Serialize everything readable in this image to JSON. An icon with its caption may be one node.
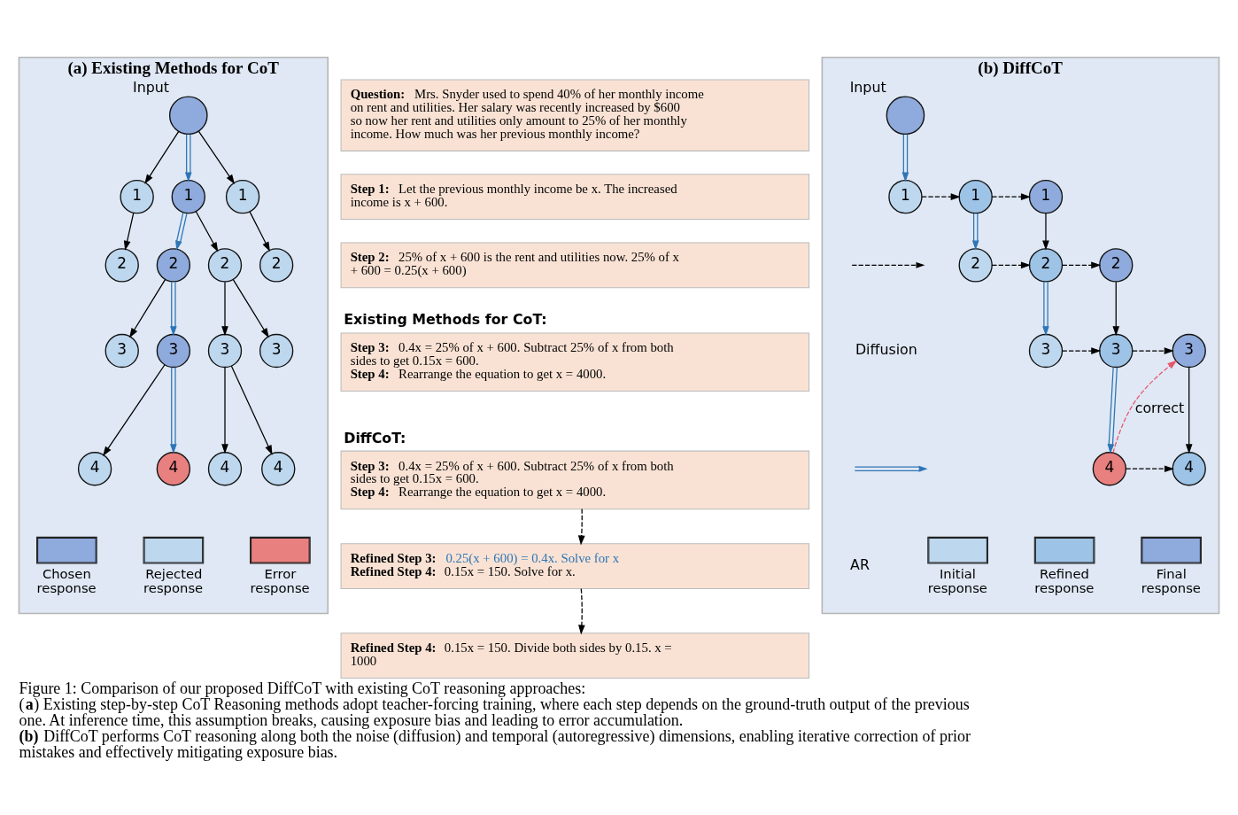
{
  "diagram": {
    "caption": "Figure 1: Comparison of our proposed DiffCoT with existing CoT reasoning approaches: (**a**) Existing step-by-step CoT Reasoning methods adopt teacher-forcing training, where each step depends on the ground-truth output of the previous one. At inference time, this assumption breaks, causing exposure bias and leading to error accumulation. **(b)** DiffCoT performs CoT reasoning along both the noise (diffusion) and temporal (autoregressive) dimensions, enabling iterative correction of prior mistakes and effectively mitigating exposure bias.",
    "nodes": [
      {
        "text": [
          "(a) Existing Methods for CoT"
        ]
      },
      {
        "text": [],
        "shape": "circle",
        "beside": [
          "Input"
        ],
        "in": 0
      },
      {
        "text": [
          "1"
        ],
        "in": 0
      },
      {
        "text": [
          "1"
        ],
        "in": 0
      },
      {
        "text": [
          "1"
        ],
        "in": 0
      },
      {
        "text": [
          "2"
        ],
        "in": 0
      },
      {
        "text": [
          "2"
        ],
        "in": 0
      },
      {
        "text": [
          "2"
        ],
        "in": 0
      },
      {
        "text": [
          "2"
        ],
        "in": 0
      },
      {
        "text": [
          "3"
        ],
        "in": 0
      },
      {
        "text": [
          "3"
        ],
        "in": 0
      },
      {
        "text": [
          "3"
        ],
        "in": 0
      },
      {
        "text": [
          "3"
        ],
        "in": 0
      },
      {
        "text": [
          "4"
        ],
        "in": 0
      },
      {
        "text": [
          "4"
        ],
        "in": 0
      },
      {
        "text": [
          "4"
        ],
        "in": 0
      },
      {
        "text": [
          "4"
        ],
        "in": 0
      },
      {
        "text": [
          "Question:",
          "Mrs. Snyder used to spend 40% of her monthly income on rent and utilities. Her salary was recently increased by $600 so now her rent and utilities only amount to 25% of her monthly income. How much was her previous monthly income?"
        ]
      },
      {
        "text": [
          "Step 1:",
          "Let the previous monthly income be x. The increased income is x + 600."
        ]
      },
      {
        "text": [
          "Step 2:",
          "25% of x + 600 is the rent and utilities now. 25% of x + 600 = 0.25(x + 600)"
        ]
      },
      {
        "text": [
          "Existing Methods for CoT:",
          "Step 3:",
          "0.4x = 25% of x + 600. Subtract 25% of x from both sides to get 0.15x = 600.",
          "Step 4:",
          "Rearrange the equation to get x = 4000."
        ]
      },
      {
        "text": [
          "DiffCoT:",
          "Step 3:",
          "0.4x = 25% of x + 600. Subtract 25% of x from both sides to get 0.15x = 600.",
          "Step 4:",
          "Rearrange the equation to get x = 4000."
        ]
      },
      {
        "text": [
          "Refined Step 3:",
          "0.25(x + 600) = 0.4x. Solve for x",
          "Refined Step 4:",
          "0.15x = 150. Solve for x."
        ]
      },
      {
        "text": [
          "Refined Step 4:",
          "0.15x = 150. Divide both sides by 0.15. x = 1000"
        ]
      },
      {
        "text": [
          "(b) DiffCoT"
        ]
      },
      {
        "text": [],
        "shape": "circle",
        "beside": [
          "Input"
        ],
        "in": 24
      },
      {
        "text": [
          "1"
        ],
        "in": 24
      },
      {
        "text": [
          "1"
        ],
        "in": 24
      },
      {
        "text": [
          "1"
        ],
        "in": 24
      },
      {
        "text": [
          "2"
        ],
        "in": 24
      },
      {
        "text": [
          "2"
        ],
        "in": 24
      },
      {
        "text": [
          "2"
        ],
        "in": 24
      },
      {
        "text": [
          "3"
        ],
        "in": 24
      },
      {
        "text": [
          "3"
        ],
        "in": 24
      },
      {
        "text": [
          "3"
        ],
        "in": 24
      },
      {
        "text": [
          "4"
        ],
        "in": 24
      },
      {
        "text": [
          "4"
        ],
        "in": 24
      }
    ],
    "edges": [
      {
        "from": 1,
        "to": 2,
        "arrow": "to"
      },
      {
        "from": 1,
        "to": 3,
        "arrow": "to",
        "color": "#2e75b6"
      },
      {
        "from": 1,
        "to": 4,
        "arrow": "to"
      },
      {
        "from": 2,
        "to": 5,
        "arrow": "to"
      },
      {
        "from": 3,
        "to": 6,
        "arrow": "to",
        "color": "#2e75b6"
      },
      {
        "from": 3,
        "to": 7,
        "arrow": "to"
      },
      {
        "from": 4,
        "to": 8,
        "arrow": "to"
      },
      {
        "from": 6,
        "to": 9,
        "arrow": "to"
      },
      {
        "from": 6,
        "to": 10,
        "arrow": "to",
        "color": "#2e75b6"
      },
      {
        "from": 7,
        "to": 11,
        "arrow": "to"
      },
      {
        "from": 7,
        "to": 12,
        "arrow": "to"
      },
      {
        "from": 10,
        "to": 13,
        "arrow": "to"
      },
      {
        "from": 10,
        "to": 14,
        "arrow": "to",
        "color": "#2e75b6"
      },
      {
        "from": 11,
        "to": 15,
        "arrow": "to"
      },
      {
        "from": 11,
        "to": 16,
        "arrow": "to"
      },
      {
        "from": 21,
        "to": 22,
        "arrow": "to",
        "style": "dashed"
      },
      {
        "from": 22,
        "to": 23,
        "arrow": "to",
        "style": "dashed"
      },
      {
        "from": 25,
        "to": 26,
        "arrow": "to",
        "color": "#2e75b6"
      },
      {
        "from": 26,
        "to": 27,
        "arrow": "to",
        "style": "dashed"
      },
      {
        "from": 27,
        "to": 28,
        "arrow": "to",
        "style": "dashed"
      },
      {
        "from": 27,
        "to": 29,
        "arrow": "to",
        "color": "#2e75b6"
      },
      {
        "from": 28,
        "to": 30,
        "arrow": "to"
      },
      {
        "from": 29,
        "to": 30,
        "arrow": "to",
        "style": "dashed"
      },
      {
        "from": 30,
        "to": 31,
        "arrow": "to",
        "style": "dashed"
      },
      {
        "from": 30,
        "to": 32,
        "arrow": "to",
        "color": "#2e75b6"
      },
      {
        "from": 31,
        "to": 33,
        "arrow": "to"
      },
      {
        "from": 32,
        "to": 33,
        "arrow": "to",
        "style": "dashed"
      },
      {
        "from": 33,
        "to": 34,
        "arrow": "to",
        "style": "dashed"
      },
      {
        "from": 33,
        "to": 35,
        "arrow": "to",
        "color": "#2e75b6"
      },
      {
        "from": 34,
        "to": 36,
        "arrow": "to"
      },
      {
        "from": 35,
        "to": 36,
        "arrow": "to",
        "style": "dashed"
      },
      {
        "from": 35,
        "to": 34,
        "arrow": "to",
        "style": "dashed",
        "color": "#e8556b",
        "label": "correct"
      }
    ],
    "legend": [
      {
        "text": "Chosen response",
        "color": "#8faadc"
      },
      {
        "text": "Rejected response",
        "color": "#bdd7ee"
      },
      {
        "text": "Error response",
        "color": "#e88080"
      },
      {
        "text": "Diffusion"
      },
      {
        "text": "AR"
      },
      {
        "text": "Initial response",
        "color": "#bdd7ee"
      },
      {
        "text": "Refined response",
        "color": "#9dc3e6"
      },
      {
        "text": "Final response",
        "color": "#8faadc"
      }
    ]
  }
}
